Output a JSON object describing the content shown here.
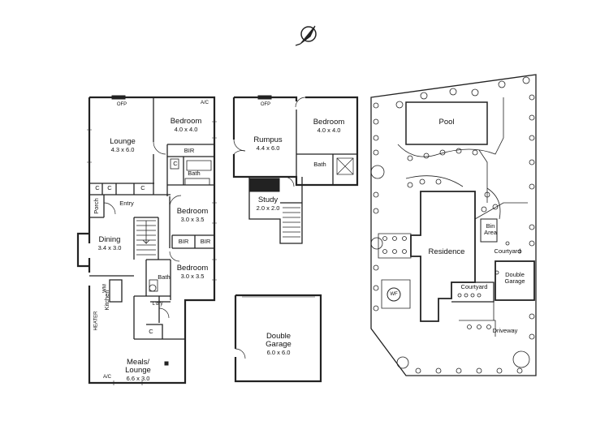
{
  "floorplan": {
    "compass": {
      "icon": "north-arrow-icon"
    },
    "ground_floor": {
      "rooms": [
        {
          "id": "lounge",
          "name": "Lounge",
          "dims": "4.3 x 6.0"
        },
        {
          "id": "bedroom1",
          "name": "Bedroom",
          "dims": "4.0 x 4.0"
        },
        {
          "id": "bedroom2",
          "name": "Bedroom",
          "dims": "3.0 x 3.5"
        },
        {
          "id": "bedroom3",
          "name": "Bedroom",
          "dims": "3.0 x 3.5"
        },
        {
          "id": "dining",
          "name": "Dining",
          "dims": "3.4 x 3.0"
        },
        {
          "id": "meals",
          "name": "Meals/\nLounge",
          "dims": "6.6 x 3.0"
        }
      ],
      "labels": {
        "ofp": "OFP",
        "ac_top": "A/C",
        "ac_bottom": "A/C",
        "bir1": "BIR",
        "bir2": "BIR",
        "bir3": "BIR",
        "bath1": "Bath",
        "bath2": "Bath",
        "c1": "C",
        "c2": "C",
        "c3": "C",
        "c4": "C",
        "c5": "C",
        "entry": "Entry",
        "porch": "Porch",
        "kitchen": "Kitchen",
        "ldry": "L'dry",
        "heater": "HEATER",
        "wm": "WM"
      }
    },
    "upper_floor": {
      "rooms": [
        {
          "id": "rumpus",
          "name": "Rumpus",
          "dims": "4.4 x 6.0"
        },
        {
          "id": "bedroom4",
          "name": "Bedroom",
          "dims": "4.0 x 4.0"
        },
        {
          "id": "study",
          "name": "Study",
          "dims": "2.0 x 2.0"
        }
      ],
      "labels": {
        "ofp": "OFP",
        "bath": "Bath"
      }
    },
    "garage": {
      "name": "Double\nGarage",
      "dims": "6.0 x 6.0"
    },
    "site_plan": {
      "labels": {
        "pool": "Pool",
        "residence": "Residence",
        "courtyard_right": "Courtyard",
        "courtyard_center": "Courtyard",
        "double_garage": "Double\nGarage",
        "bin_area": "Bin\nArea",
        "driveway": "Driveway",
        "wf": "WF"
      }
    }
  }
}
